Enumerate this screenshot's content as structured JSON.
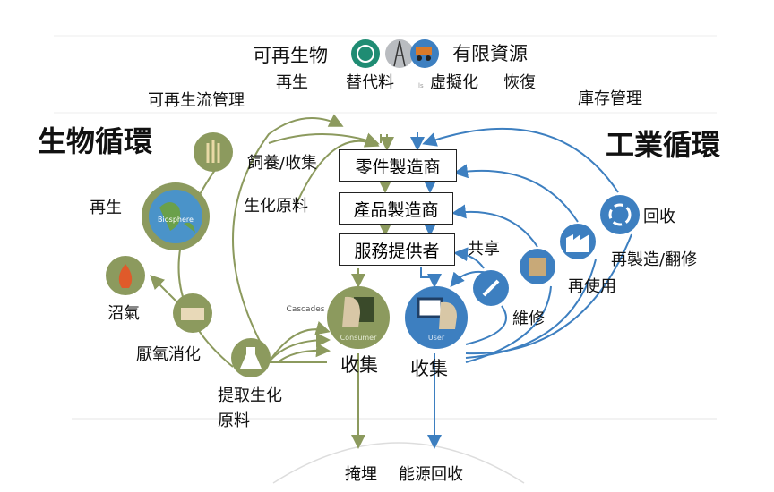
{
  "colors": {
    "bio": "#8c9a5e",
    "tech": "#3d7fc0",
    "teal": "#1f8c73",
    "gray": "#b9bcc0"
  },
  "top": {
    "renewable": "可再生物",
    "finite": "有限資源",
    "regenerate": "再生",
    "substitute": "替代料",
    "virtualise": "虛擬化",
    "restore": "恢復",
    "small_mark": "ls"
  },
  "headers": {
    "renewable_flow": "可再生流管理",
    "stock": "庫存管理",
    "bio_cycle": "生物循環",
    "tech_cycle": "工業循環"
  },
  "chain": [
    "零件製造商",
    "產品製造商",
    "服務提供者"
  ],
  "bio": {
    "farming": "飼養/收集",
    "regeneration": "再生",
    "biochem": "生化原料",
    "biogas": "沼氣",
    "anaerobic": "厭氧消化",
    "extract1": "提取生化",
    "extract2": "原料",
    "collect": "收集",
    "cascades": "Cascades",
    "consumer": "Consumer",
    "biosphere": "Biosphere"
  },
  "tech": {
    "share": "共享",
    "maintain": "維修",
    "reuse": "再使用",
    "remanufacture": "再製造/翻修",
    "recycle": "回收",
    "collect": "收集",
    "user": "User"
  },
  "bottom": {
    "landfill": "掩埋",
    "energy": "能源回收"
  }
}
